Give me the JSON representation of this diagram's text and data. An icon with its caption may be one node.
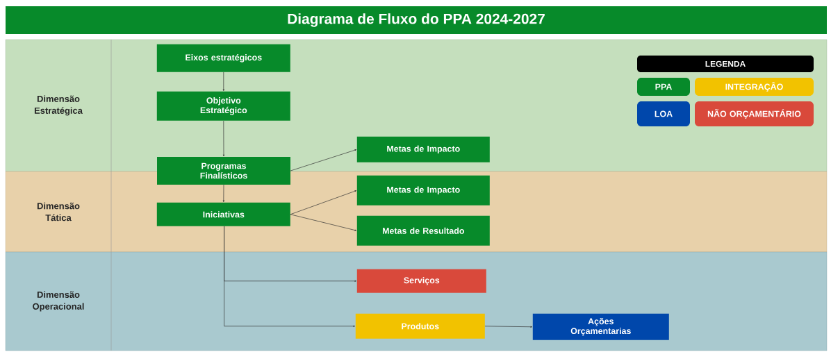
{
  "diagram": {
    "title": "Diagrama de Fluxo do PPA 2024-2027",
    "nodes": [
      {
        "text": [
          "Dimensão Estratégica"
        ]
      },
      {
        "text": [
          "Dimensão Tática"
        ]
      },
      {
        "text": [
          "Dimensão Operacional"
        ]
      },
      {
        "text": [
          "Eixos estratégicos"
        ],
        "in": 0
      },
      {
        "text": [
          "Objetivo Estratégico"
        ],
        "in": 0
      },
      {
        "text": [
          "Programas Finalísticos"
        ]
      },
      {
        "text": [
          "Metas de Impacto"
        ],
        "in": 0
      },
      {
        "text": [
          "Iniciativas"
        ],
        "in": 1
      },
      {
        "text": [
          "Metas de Impacto"
        ],
        "in": 1
      },
      {
        "text": [
          "Metas de Resultado"
        ],
        "in": 1
      },
      {
        "text": [
          "Serviços"
        ],
        "in": 2
      },
      {
        "text": [
          "Produtos"
        ],
        "in": 2
      },
      {
        "text": [
          "Ações Orçamentarias"
        ],
        "in": 2
      }
    ],
    "edges": [
      {
        "from": 3,
        "to": 4,
        "arrow": "to"
      },
      {
        "from": 4,
        "to": 5,
        "arrow": "to"
      },
      {
        "from": 5,
        "to": 6,
        "arrow": "to"
      },
      {
        "from": 5,
        "to": 7,
        "arrow": "to"
      },
      {
        "from": 7,
        "to": 8,
        "arrow": "to"
      },
      {
        "from": 7,
        "to": 9,
        "arrow": "to"
      },
      {
        "from": 7,
        "to": 10,
        "arrow": "to"
      },
      {
        "from": 7,
        "to": 11,
        "arrow": "to"
      },
      {
        "from": 11,
        "to": 12,
        "arrow": "to"
      }
    ],
    "labels": [
      "LEGENDA"
    ],
    "legend": [
      {
        "text": "PPA",
        "color": "#078a2a"
      },
      {
        "text": "INTEGRAÇÂO",
        "color": "#f2c200"
      },
      {
        "text": "LOA",
        "color": "#0047ab"
      },
      {
        "text": "NÃO ORÇAMENTÁRIO",
        "color": "#d9493b"
      }
    ]
  }
}
